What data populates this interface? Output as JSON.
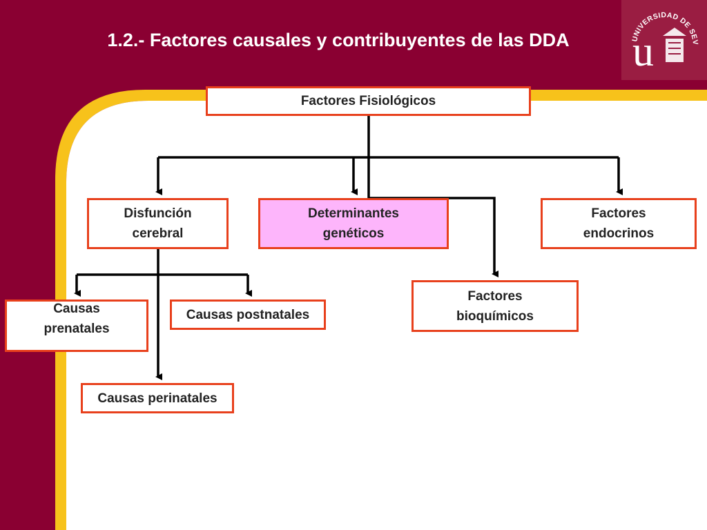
{
  "title": "1.2.- Factores causales y contribuyentes de las DDA",
  "logo": {
    "arc_text": "UNIVERSIDAD DE SEVILLA",
    "monogram": "u"
  },
  "colors": {
    "background": "#8a0032",
    "accent_yellow": "#f7c21b",
    "box_border": "#e8401c",
    "highlight_box": "#fdb5fb"
  },
  "diagram": {
    "root": "Factores Fisiológicos",
    "nodes": {
      "disfuncion": "Disfunción\ncerebral",
      "geneticos": "Determinantes\ngenéticos",
      "endocrinos": "Factores\nendocrinos",
      "bioquimicos": "Factores\nbioquímicos",
      "prenatales": "Causas\nprenatales",
      "postnatales": "Causas postnatales",
      "perinatales": "Causas perinatales"
    }
  }
}
